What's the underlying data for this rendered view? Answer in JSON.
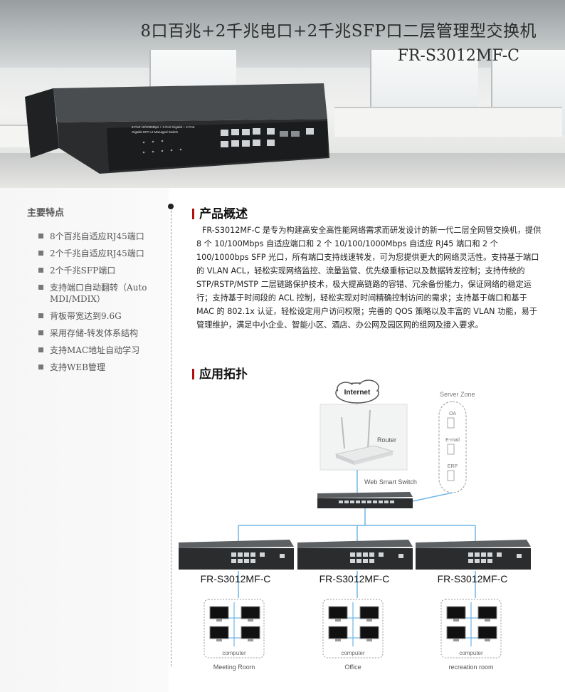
{
  "hero": {
    "title": "8口百兆+2千兆电口+2千兆SFP口二层管理型交换机",
    "model": "FR-S3012MF-C",
    "device_label_line1": "8-Port 10/100Mbps + 2-Port Gigabit + 2-Port",
    "device_label_line2": "Gigabit SFP L2 Managed Switch"
  },
  "features": {
    "title": "主要特点",
    "items": [
      "8个百兆自适应RJ45端口",
      "2个千兆自适应RJ45端口",
      "2个千兆SFP端口",
      "支持端口自动翻转（Auto MDI/MDIX）",
      "背板带宽达到9.6G",
      "采用存储-转发体系结构",
      "支持MAC地址自动学习",
      "支持WEB管理"
    ]
  },
  "overview": {
    "heading": "产品概述",
    "text": "FR-S3012MF-C 是专为构建高安全高性能网络需求而研发设计的新一代二层全网管交换机，提供 8 个 10/100Mbps 自适应端口和 2 个 10/100/1000Mbps 自适应 RJ45 端口和 2 个 100/1000bps SFP 光口，所有端口支持线速转发，可为您提供更大的网络灵活性。支持基于端口的 VLAN ACL，轻松实现网络监控、流量监管、优先级重标记以及数据转发控制；支持传统的 STP/RSTP/MSTP 二层链路保护技术，极大提高链路的容错、冗余备份能力，保证网络的稳定运行；支持基于时间段的 ACL 控制，轻松实现对时间精确控制访问的需求；支持基于端口和基于 MAC 的 802.1x 认证，轻松设定用户访问权限；完善的 QOS 策略以及丰富的 VLAN 功能，易于管理维护，满足中小企业、智能小区、酒店、办公网及园区网的组网及接入要求。"
  },
  "topology": {
    "heading": "应用拓扑",
    "internet": "Internet",
    "router": "Router",
    "server_zone": "Server Zone",
    "servers": [
      "OA",
      "E-mail",
      "ERP"
    ],
    "core_switch": "Web Smart Switch",
    "access_switches": [
      "FR-S3012MF-C",
      "FR-S3012MF-C",
      "FR-S3012MF-C"
    ],
    "computer_label": "computer",
    "rooms": [
      "Meeting Room",
      "Office",
      "recreation room"
    ]
  },
  "colors": {
    "accent": "#b01010",
    "link_line": "#6fb6e6"
  }
}
